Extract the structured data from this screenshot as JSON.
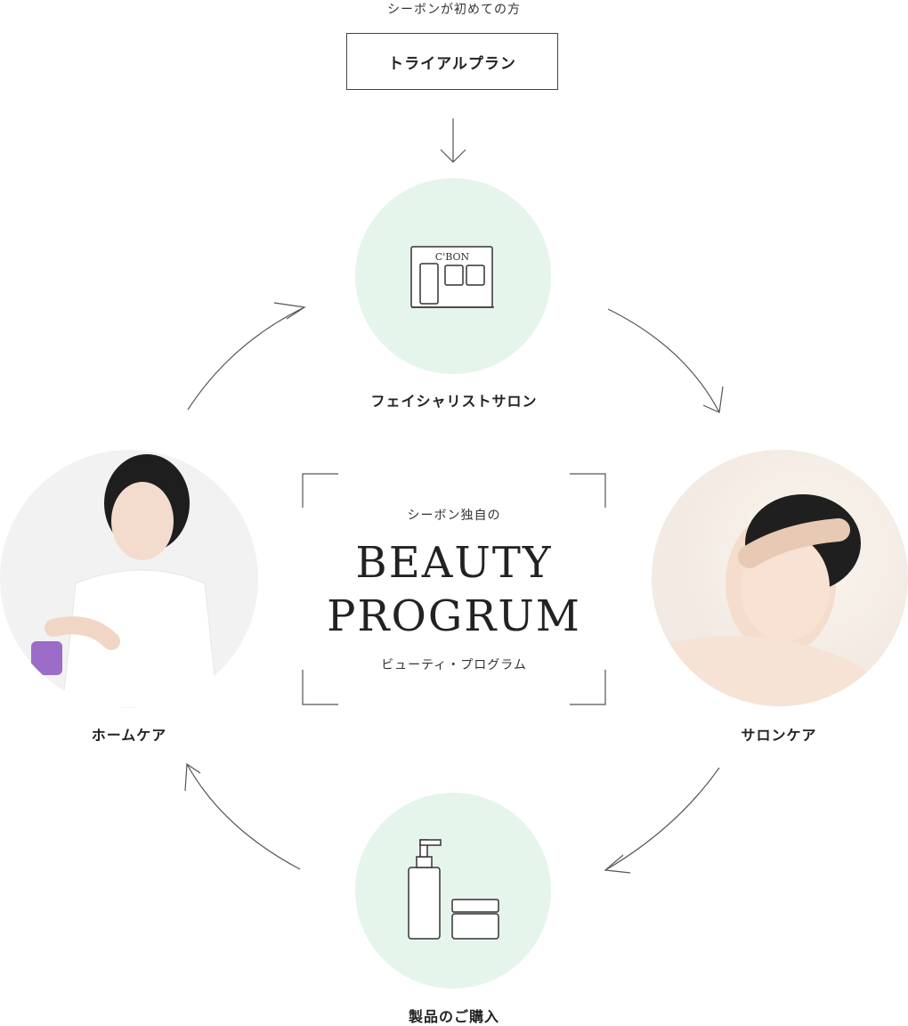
{
  "header": {
    "first_time_text": "シーボンが初めての方",
    "trial_button_label": "トライアルプラン"
  },
  "cycle": {
    "top_label": "フェイシャリストサロン",
    "right_label": "サロンケア",
    "bottom_label": "製品のご購入",
    "left_label": "ホームケア",
    "store_sign": "C'BON"
  },
  "center": {
    "jp_top": "シーボン独自の",
    "title_line1": "BEAUTY",
    "title_line2": "PROGRUM",
    "jp_bottom": "ビューティ・プログラム"
  },
  "colors": {
    "mint": "#e6f5ec",
    "line": "#555555"
  }
}
